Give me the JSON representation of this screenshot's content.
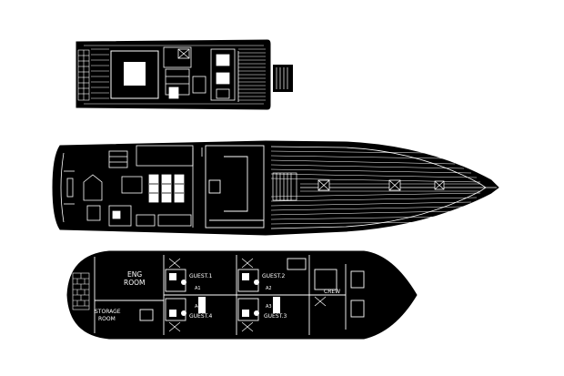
{
  "colors": {
    "hull": "#000000",
    "lines": "#ffffff",
    "background": "#ffffff"
  },
  "decks": [
    {
      "id": "upper-deck",
      "labels": []
    },
    {
      "id": "main-deck",
      "labels": []
    },
    {
      "id": "lower-deck",
      "labels": {
        "eng_line1": "ENG",
        "eng_line2": "ROOM",
        "storage_line1": "STORAGE",
        "storage_line2": "ROOM",
        "guest1": "GUEST.1",
        "guest2": "GUEST.2",
        "guest3": "GUEST.3",
        "guest4": "GUEST.4",
        "crew": "CREW",
        "berth_a": "A1",
        "berth_b": "A2",
        "berth_c": "A3",
        "berth_d": "A4"
      }
    }
  ]
}
